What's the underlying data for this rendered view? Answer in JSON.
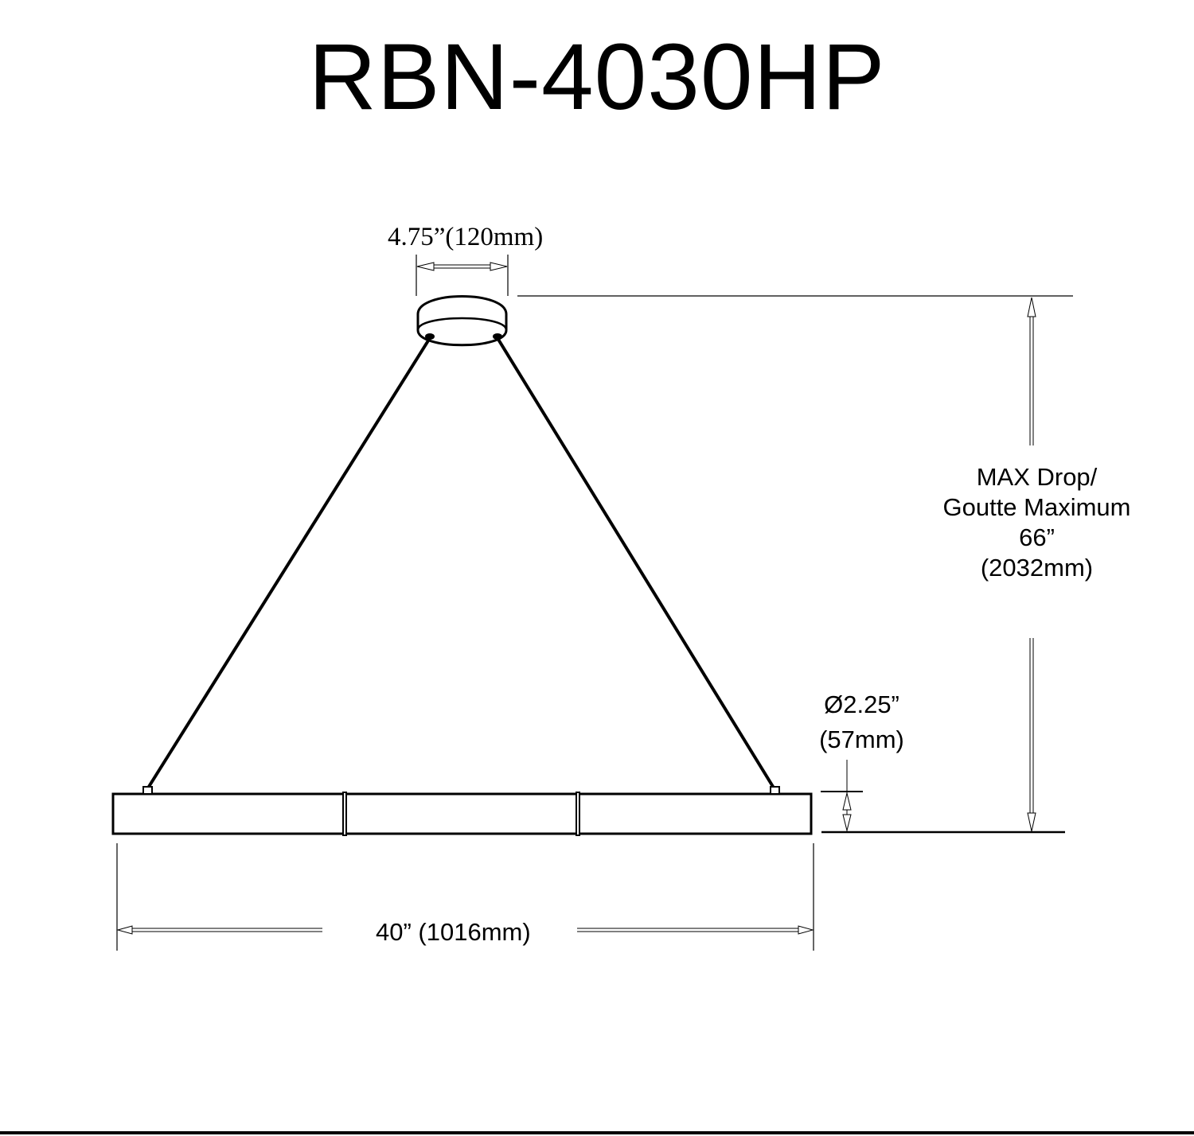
{
  "title": "RBN-4030HP",
  "dimensions": {
    "canopy_width": "4.75”(120mm)",
    "max_drop_line1": "MAX Drop/",
    "max_drop_line2": "Goutte Maximum",
    "max_drop_line3": "66”",
    "max_drop_line4": "(2032mm)",
    "diameter_line1": "Ø2.25”",
    "diameter_line2": "(57mm)",
    "length": "40” (1016mm)"
  },
  "colors": {
    "line": "#000000",
    "background": "#ffffff"
  }
}
